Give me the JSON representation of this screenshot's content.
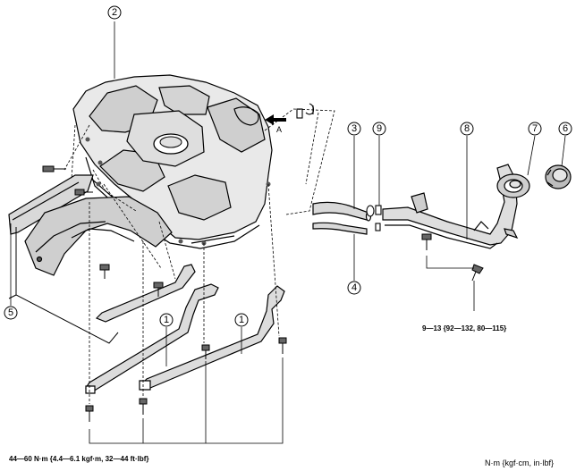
{
  "parts": {
    "p1a": "1",
    "p1b": "1",
    "p2": "2",
    "p3": "3",
    "p4": "4",
    "p5": "5",
    "p6": "6",
    "p7": "7",
    "p8": "8",
    "p9": "9"
  },
  "view_marker": "A",
  "torque": {
    "main": "44—60 N·m {4.4—6.1 kgf·m, 32—44 ft·lbf}",
    "filler": "9—13 {92—132, 80—115}"
  },
  "units": "N·m {kgf·cm, in·lbf}"
}
